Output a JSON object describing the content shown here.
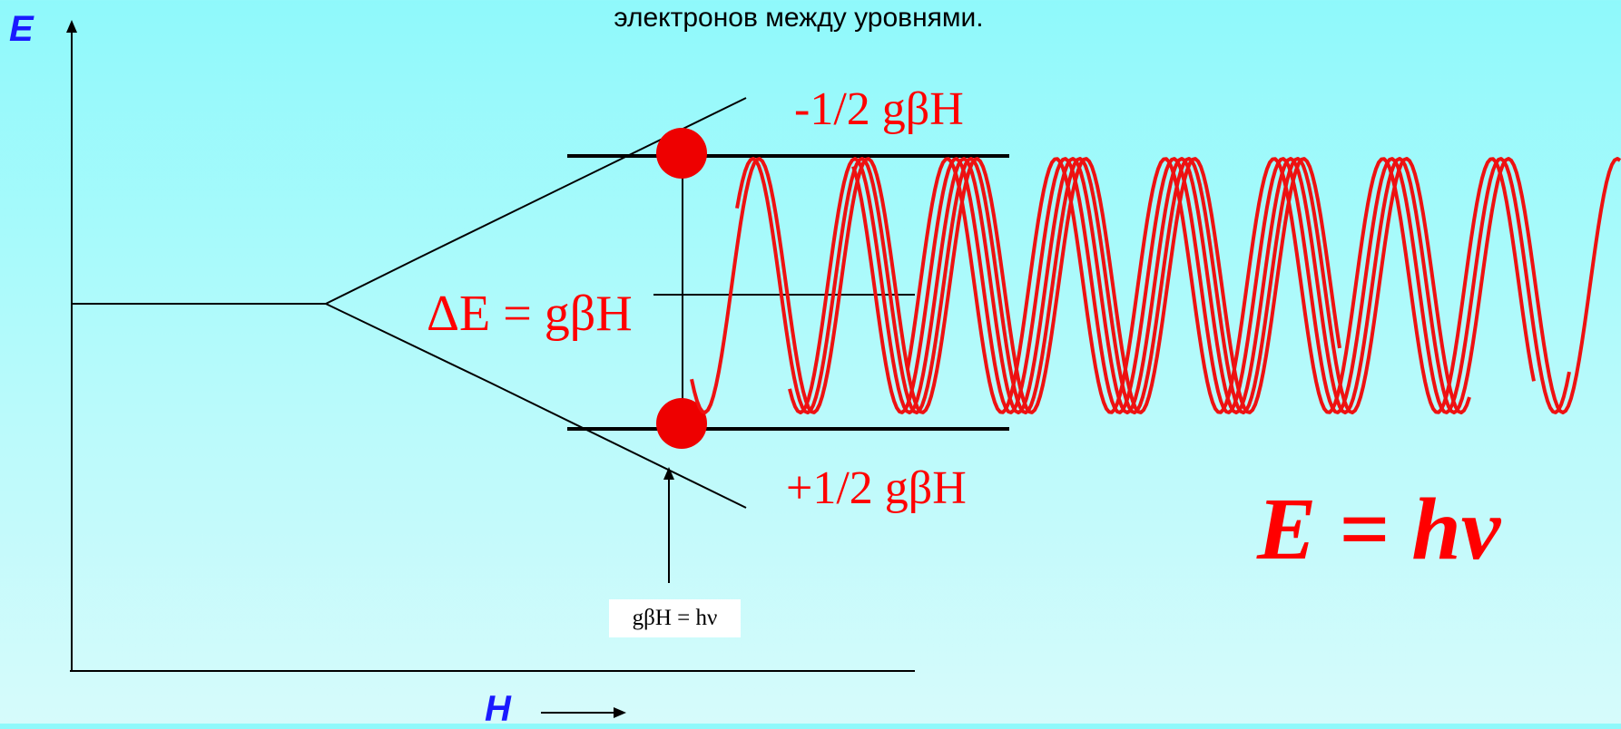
{
  "caption": {
    "text": "электронов между уровнями."
  },
  "axes": {
    "y_label": "E",
    "x_label": "H"
  },
  "levels": {
    "upper_label": "-1/2 gβH",
    "lower_label": "+1/2 gβH",
    "splitting_label": "ΔE = gβH"
  },
  "resonance": {
    "condition": "gβH = hν"
  },
  "photon": {
    "formula": "E = hν"
  },
  "colors": {
    "background_top": "#8ff9fb",
    "background_bottom": "#d6fbfb",
    "axis_label": "#1a1aff",
    "accent_red": "#ff0000",
    "line": "#000000"
  }
}
